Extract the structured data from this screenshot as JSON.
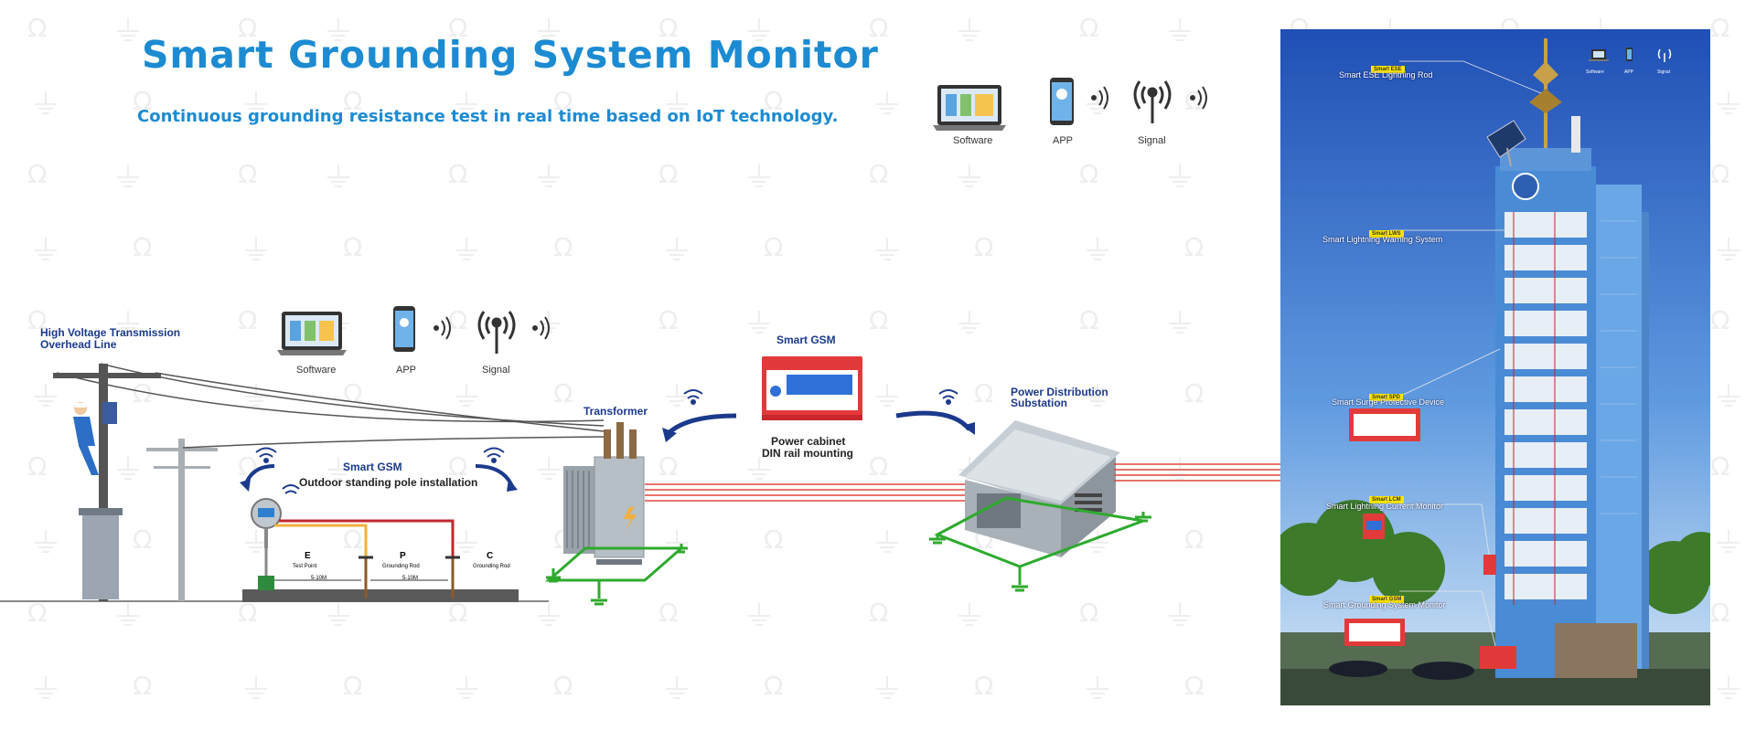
{
  "title": "Smart Grounding System Monitor",
  "subtitle": "Continuous grounding resistance test in real time based on IoT technology.",
  "top_icons": {
    "software": "Software",
    "app": "APP",
    "signal": "Signal"
  },
  "left_icons": {
    "software": "Software",
    "app": "APP",
    "signal": "Signal"
  },
  "labels": {
    "hv_line": "High Voltage Transmission",
    "hv_line_2": "Overhead Line",
    "smart_gsm_pole": "Smart GSM",
    "pole_install": "Outdoor standing pole installation",
    "transformer": "Transformer",
    "smart_gsm_cabinet": "Smart GSM",
    "cabinet": "Power cabinet",
    "din": "DIN rail mounting",
    "substation": "Power Distribution",
    "substation_2": "Substation",
    "e": "E",
    "p": "P",
    "c": "C",
    "test_point": "Test Point",
    "grounding_rod_p": "Grounding Rod",
    "grounding_rod_c": "Grounding Rod",
    "dist1": "5-10M",
    "dist2": "5-10M"
  },
  "tower": {
    "icons": {
      "software": "Software",
      "app": "APP",
      "signal": "Signal"
    },
    "items": [
      {
        "tag": "Smart ESE",
        "label": "Smart ESE Lightning Rod"
      },
      {
        "tag": "Smart LWS",
        "label": "Smart Lightning Warning System"
      },
      {
        "tag": "Smart SPD",
        "label": "Smart Surge Protective Device"
      },
      {
        "tag": "Smart LCM",
        "label": "Smart Lightning Current Monitor"
      },
      {
        "tag": "Smart GSM",
        "label": "Smart Grounding System Monitor"
      }
    ]
  },
  "colors": {
    "title": "#1c8bd2",
    "label": "#1b3a8c",
    "ground": "#2eaa2e",
    "power": "#e0463c"
  }
}
